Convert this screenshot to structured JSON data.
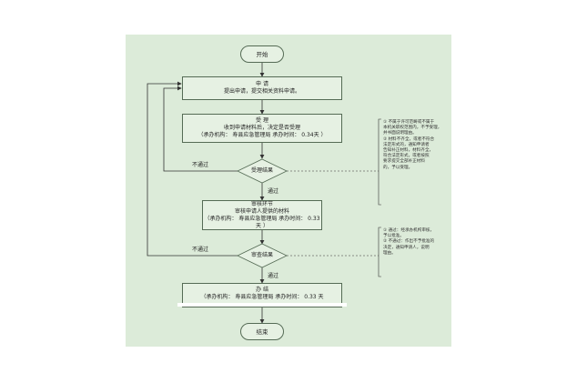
{
  "start": "开始",
  "end": "结束",
  "apply": {
    "title": "申  请",
    "desc": "提出申请，提交相关资料申请。"
  },
  "accept": {
    "title": "受  理",
    "desc": "收到申请材料后，决定是否受理",
    "meta": "（承办机构：   寿县应急管理局     承办时间：  0.34天  ）"
  },
  "accept_result": "受理结果",
  "review": {
    "title": "审核环节",
    "desc": "审核申请人提供的材料",
    "meta": "（承办机构：    寿县应急管理局  承办时间：  0.33  天  ）"
  },
  "review_result": "审查结果",
  "handle": {
    "title": "办  结",
    "meta": "（承办机构：   寿县应急管理局  承办时间：  0.33  天"
  },
  "labels": {
    "not_pass": "不通过",
    "pass": "通过"
  },
  "note_accept": [
    "① 不属于许可范畴或不属于",
    "本机关职权范围内，不予受理，",
    "并书面说明理由。",
    "② 材料不齐全，或者不符合",
    "法定形式的，通知申请者",
    "告知补正材料，材料齐全，",
    "符合法定形式，或者按照",
    "要求提交全部补正材料",
    "的，予以受理。"
  ],
  "note_review": [
    "① 通过：经承办机构审核，",
    "予以批准。",
    "② 不通过：作出不予批准的",
    "决定，通知申请人，说明",
    "理由。"
  ],
  "colors": {
    "background": "#dcebd9",
    "box": "#e6f1e3",
    "line": "#556b55"
  }
}
